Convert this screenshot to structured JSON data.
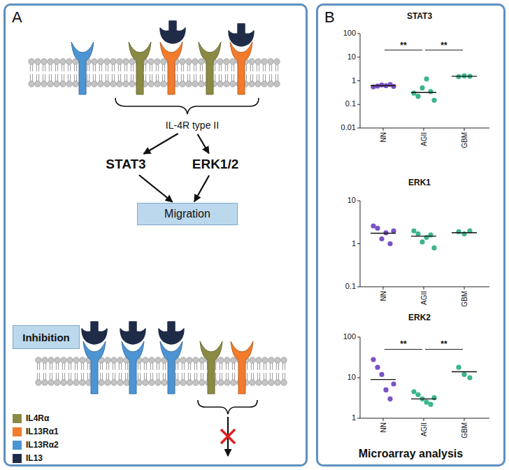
{
  "diagram": {
    "nodes": [
      {
        "text": [
          "A"
        ]
      },
      {
        "text": [
          "IL-4R type II"
        ],
        "in": 0
      },
      {
        "text": [
          "STAT3"
        ],
        "in": 0
      },
      {
        "text": [
          "ERK1/2"
        ],
        "in": 0
      },
      {
        "text": [
          "Migration"
        ],
        "in": 0
      },
      {
        "text": [
          "Inhibition"
        ],
        "in": 0
      },
      {
        "text": [
          "B"
        ]
      }
    ],
    "edges": [
      {
        "from": 1,
        "to": 2,
        "arrow": "to"
      },
      {
        "from": 1,
        "to": 3,
        "arrow": "to"
      },
      {
        "from": 2,
        "to": 4,
        "arrow": "to"
      },
      {
        "from": 3,
        "to": 4,
        "arrow": "to"
      }
    ],
    "labels": [
      "STAT3",
      "100",
      "10",
      "1",
      "0.1",
      "0.01",
      "NN",
      "AGII",
      "GBM",
      "**",
      "**",
      "ERK1",
      "10",
      "1",
      "0.1",
      "NN",
      "AGII",
      "GBM",
      "ERK2",
      "100",
      "10",
      "1",
      "NN",
      "AGII",
      "GBM",
      "**",
      "**",
      "Microarray analysis"
    ],
    "legend": [
      {
        "text": "IL4Rα",
        "color": "#8b8a45"
      },
      {
        "text": "IL13Rα1",
        "color": "#f27b2c"
      },
      {
        "text": "IL13Rα2",
        "color": "#4d94d2"
      },
      {
        "text": "IL13",
        "color": "#1f2c48"
      }
    ]
  }
}
